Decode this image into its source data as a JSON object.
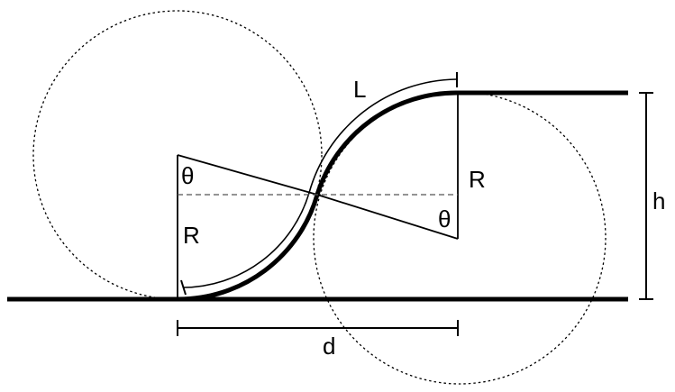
{
  "labels": {
    "arc_length": "L",
    "radius_left": "R",
    "radius_right": "R",
    "angle_left": "θ",
    "angle_right": "θ",
    "height": "h",
    "distance": "d"
  },
  "colors": {
    "stroke": "#000000",
    "background": "#ffffff"
  }
}
